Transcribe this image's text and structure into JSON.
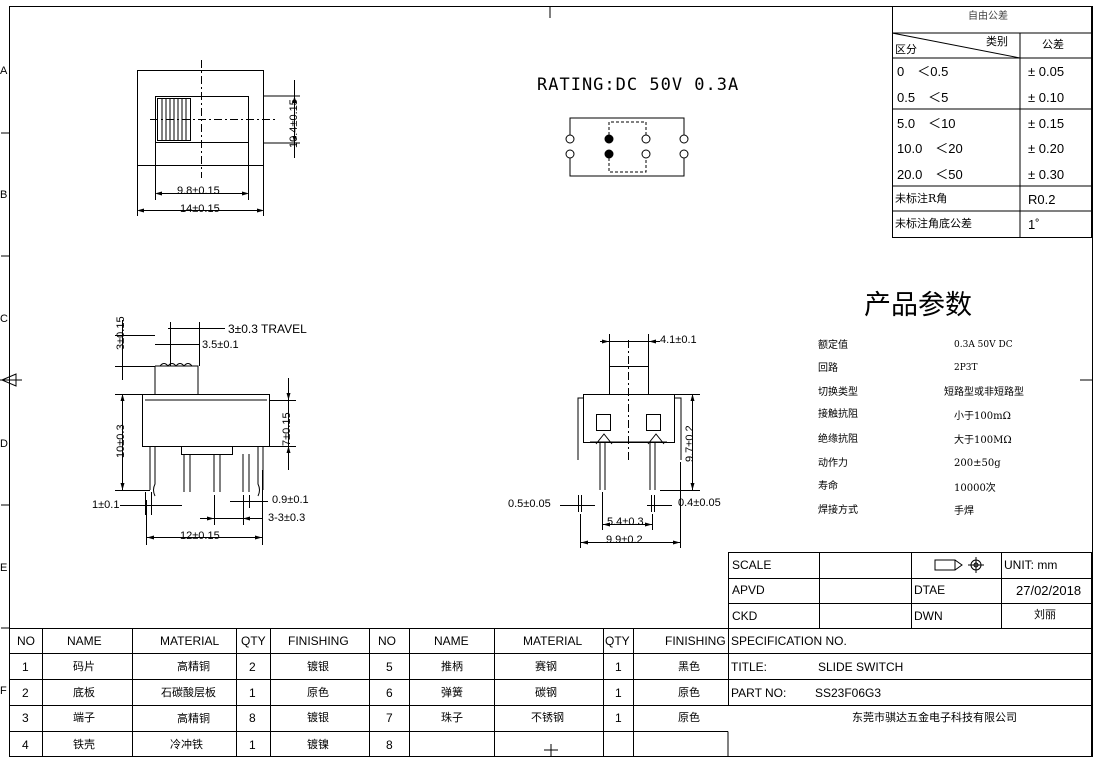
{
  "zones": {
    "a": "A",
    "b": "B",
    "c": "C",
    "d": "D",
    "e": "E",
    "f": "F"
  },
  "rating": "RATING:DC 50V 0.3A",
  "dims_top": {
    "height": "10.4±0.15",
    "inner_width": "9.8±0.15",
    "outer_width": "14±0.15"
  },
  "dims_side": {
    "actuator": "3±0.15",
    "travel": "3±0.3 TRAVEL",
    "knob": "3.5±0.1",
    "body": "10±0.3",
    "lead": "7±0.15",
    "pin_width": "1±0.1",
    "pin_gap": "0.9±0.1",
    "pitch": "3-3±0.3",
    "base_width": "12±0.15"
  },
  "dims_front": {
    "knob_width": "4.1±0.1",
    "height": "9.7±0.2",
    "lead_left": "0.5±0.05",
    "lead_right": "0.4±0.05",
    "row_pitch": "5.4±0.3",
    "total": "9.9±0.2"
  },
  "tolerance": {
    "title": "自由公差",
    "header_category": "类别",
    "header_zone": "区分",
    "header_tol": "公差",
    "rows": [
      {
        "range": "0　＜0.5",
        "tol": "± 0.05"
      },
      {
        "range": "0.5　＜5",
        "tol": "± 0.10"
      },
      {
        "range": "5.0　＜10",
        "tol": "± 0.15"
      },
      {
        "range": "10.0　＜20",
        "tol": "± 0.20"
      },
      {
        "range": "20.0　＜50",
        "tol": "± 0.30"
      }
    ],
    "radius_label": "未标注R角",
    "radius_value": "R0.2",
    "angle_label": "未标注角底公差",
    "angle_value": "1˚"
  },
  "params": {
    "title": "产品参数",
    "rows": [
      {
        "label": "额定值",
        "value": "0.3A 50V DC"
      },
      {
        "label": "回路",
        "value": "2P3T"
      },
      {
        "label": "切换类型",
        "value": "短路型或非短路型"
      },
      {
        "label": "接触抗阻",
        "value": "小于100mΩ"
      },
      {
        "label": "绝缘抗阻",
        "value": "大于100MΩ"
      },
      {
        "label": "动作力",
        "value": "200±50g"
      },
      {
        "label": "寿命",
        "value": "10000次"
      },
      {
        "label": "焊接方式",
        "value": "手焊"
      }
    ]
  },
  "title_block": {
    "scale": "SCALE",
    "unit": "UNIT: mm",
    "apvd": "APVD",
    "date_label": "DTAE",
    "date": "27/02/2018",
    "ckd": "CKD",
    "dwn": "DWN",
    "drawer": "刘丽",
    "spec": "SPECIFICATION NO.",
    "title_label": "TITLE:",
    "title": "SLIDE SWITCH",
    "part_label": "PART NO:",
    "part": "SS23F06G3",
    "company": "东莞市骐达五金电子科技有限公司"
  },
  "bom": {
    "headers": [
      "NO",
      "NAME",
      "MATERIAL",
      "QTY",
      "FINISHING",
      "NO",
      "NAME",
      "MATERIAL",
      "QTY",
      "FINISHING"
    ],
    "rows": [
      [
        "1",
        "码片",
        "高精铜",
        "2",
        "镀银",
        "5",
        "推柄",
        "赛钢",
        "1",
        "黑色"
      ],
      [
        "2",
        "底板",
        "石碳酸层板",
        "1",
        "原色",
        "6",
        "弹簧",
        "碳钢",
        "1",
        "原色"
      ],
      [
        "3",
        "端子",
        "高精铜",
        "8",
        "镀银",
        "7",
        "珠子",
        "不锈钢",
        "1",
        "原色"
      ],
      [
        "4",
        "铁壳",
        "冷冲铁",
        "1",
        "镀镍",
        "8",
        "",
        "",
        "",
        ""
      ]
    ]
  }
}
